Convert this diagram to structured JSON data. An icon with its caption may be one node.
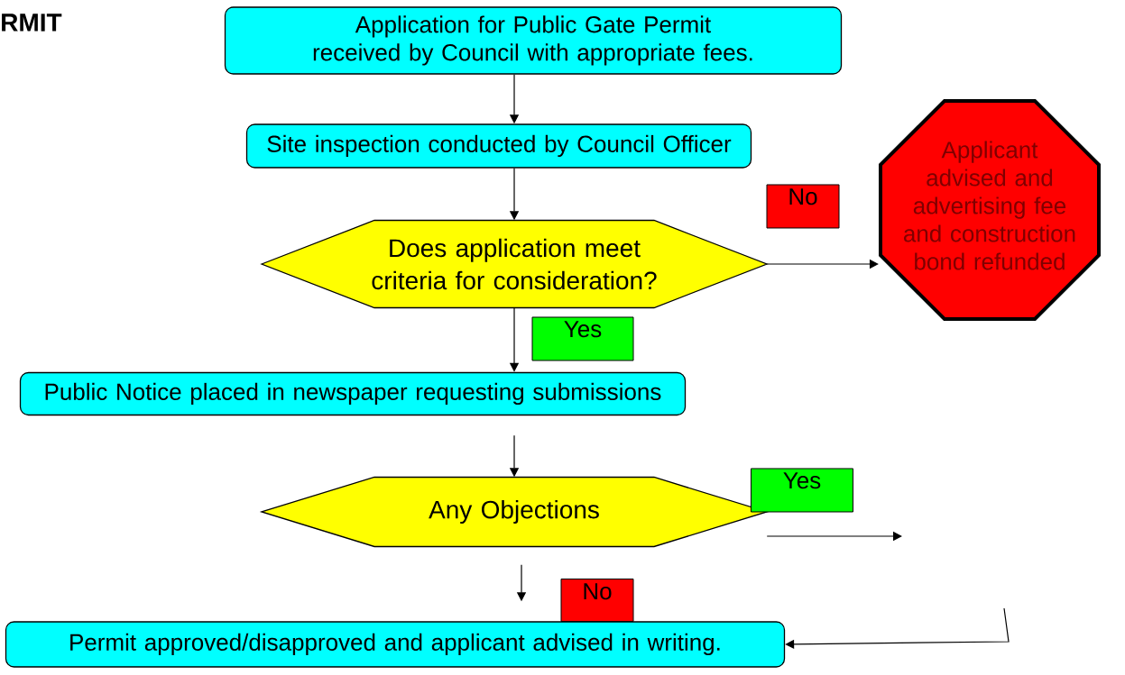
{
  "diagram": {
    "title": "RMIT",
    "nodes": [
      {
        "text": [
          "Application for Public Gate Permit received by Council with appropriate fees."
        ]
      },
      {
        "text": [
          "Site inspection conducted by Council Officer"
        ]
      },
      {
        "text": [
          "Does application meet criteria for consideration?"
        ]
      },
      {
        "text": [
          "Applicant advised and advertising fee and construction bond refunded"
        ]
      },
      {
        "text": [
          "No"
        ]
      },
      {
        "text": [
          "Yes"
        ]
      },
      {
        "text": [
          "Public Notice placed in newspaper requesting submissions"
        ]
      },
      {
        "text": [
          "Any Objections"
        ]
      },
      {
        "text": [
          "Yes"
        ]
      },
      {
        "text": [
          "No"
        ]
      },
      {
        "text": [
          "Permit approved/disapproved and applicant advised in writing."
        ]
      }
    ],
    "edges": [
      {
        "from": 0,
        "to": 1,
        "arrow": "to"
      },
      {
        "from": 1,
        "to": 2,
        "arrow": "to"
      },
      {
        "from": 2,
        "to": 3,
        "arrow": "to"
      },
      {
        "from": 2,
        "to": 6,
        "arrow": "to"
      },
      {
        "from": 6,
        "to": 7,
        "arrow": "to"
      },
      {
        "from": 7,
        "to": 10,
        "arrow": "to"
      },
      {
        "from": 7,
        "to": null,
        "arrow": "to"
      },
      {
        "from": null,
        "to": 10,
        "arrow": "to"
      }
    ]
  }
}
